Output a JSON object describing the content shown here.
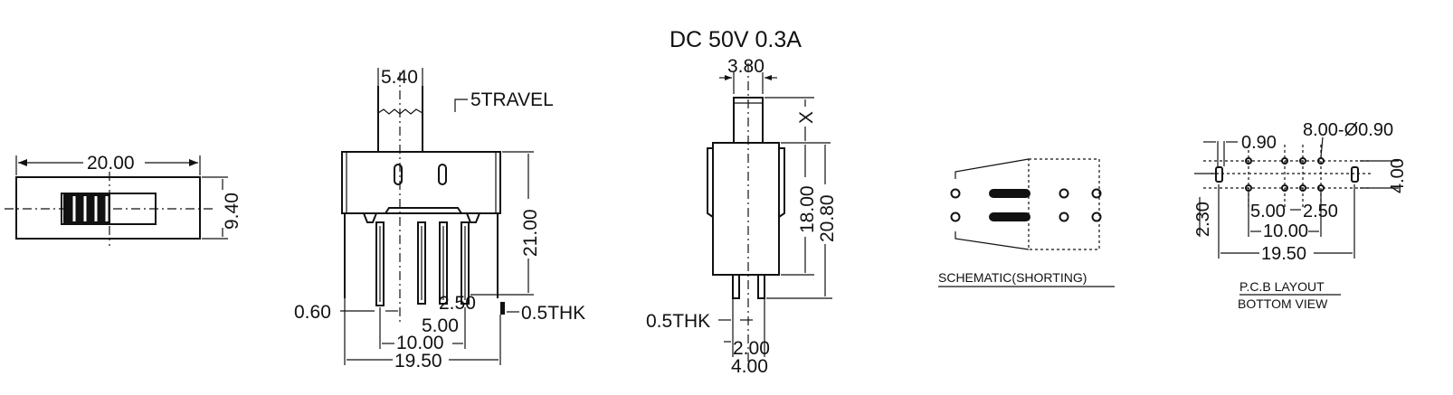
{
  "rating": "DC  50V  0.3A",
  "top_view": {
    "width": "20.00",
    "height": "9.40"
  },
  "front_view": {
    "actuator_width": "5.40",
    "travel": "5TRAVEL",
    "height": "21.00",
    "pin_width": "0.60",
    "pin_pitch": "2.50",
    "pin_thickness": "0.5THK",
    "pitch_5": "5.00",
    "pitch_10": "10.00",
    "overall": "19.50"
  },
  "side_view": {
    "actuator_width": "3.80",
    "x_label": "X",
    "body_height": "18.00",
    "total_height": "20.80",
    "pin_thickness": "0.5THK",
    "pin_pitch": "2.00",
    "width": "4.00"
  },
  "schematic": {
    "caption": "SCHEMATIC(SHORTING)"
  },
  "pcb_layout": {
    "pad_width": "0.90",
    "hole_spec": "8.00-Ø0.90",
    "row_pitch": "4.00",
    "pad_offset": "2.30",
    "pitch_5": "5.00",
    "pitch_2_5": "2.50",
    "pitch_10": "10.00",
    "overall": "19.50",
    "caption_line1": "P.C.B LAYOUT",
    "caption_line2": "BOTTOM VIEW"
  }
}
